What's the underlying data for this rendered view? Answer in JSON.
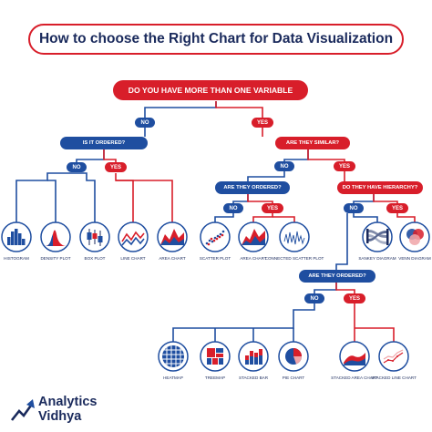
{
  "title": "How to choose the Right Chart for Data Visualization",
  "questions": {
    "q_variable": "DO YOU HAVE MORE THAN ONE VARIABLE",
    "q_ordered_1": "IS IT ORDERED?",
    "q_similar": "ARE THEY SIMILAR?",
    "q_ordered_2": "ARE THEY ORDERED?",
    "q_hierarchy": "DO THEY HAVE HIERARCHY?",
    "q_ordered_3": "ARE THEY ORDERED?"
  },
  "answers": {
    "no": "NO",
    "yes": "YES"
  },
  "charts": {
    "histogram": "HISTOGRAM",
    "density": "DENSITY PLOT",
    "box": "BOX PLOT",
    "line": "LINE CHART",
    "area": "AREA CHART",
    "scatter": "SCATTER PLOT",
    "area2": "AREA CHART",
    "connected_scatter": "CONNECTED SCATTER PLOT",
    "sankey": "SANKEY DIAGRAM",
    "venn": "VENN DIAGRAM",
    "heatmap": "HEATMAP",
    "treemap": "TREEMAP",
    "stacked_bar": "STACKED BAR",
    "pie": "PIE CHART",
    "stacked_area": "STACKED AREA CHART",
    "stacked_line": "STACKED LINE CHART"
  },
  "brand": {
    "line1": "Analytics",
    "line2": "Vidhya"
  },
  "colors": {
    "red": "#d81e2a",
    "blue": "#1f4ea0",
    "navy": "#1a2a5c"
  }
}
